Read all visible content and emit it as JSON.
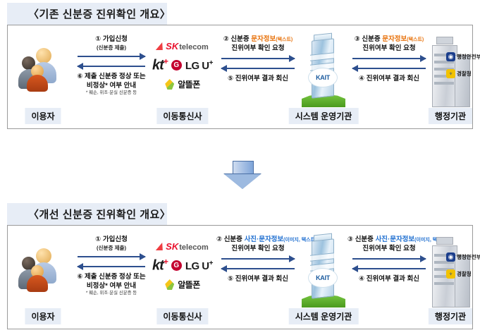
{
  "panels": [
    {
      "id": "existing",
      "title": "〈기존 신분증 진위확인 개요〉",
      "entities": {
        "user": "이용자",
        "telco": "이동통신사",
        "system": "시스템 운영기관",
        "gov": "행정기관"
      },
      "flow_user_telco": {
        "forward_num": "①",
        "forward_main": "가입신청",
        "forward_sub": "(신분증 제출)",
        "back_num": "⑥",
        "back_line1": "제출 신분증 정상 또는",
        "back_line2": "비정상* 여부 안내",
        "back_note": "* 훼손, 위조·분실 신분증 등"
      },
      "flow_telco_system": {
        "forward_num": "②",
        "forward_pre": "신분증",
        "forward_hl": "문자정보",
        "forward_hl_paren": "(텍스트)",
        "forward_line2": "진위여부 확인 요청",
        "back_num": "⑤",
        "back_line1": "진위여부 결과 회신"
      },
      "flow_system_gov": {
        "forward_num": "③",
        "forward_pre": "신분증",
        "forward_hl": "문자정보",
        "forward_hl_paren": "(텍스트)",
        "forward_line2": "진위여부 확인 요청",
        "back_num": "④",
        "back_line1": "진위여부 결과 회신"
      }
    },
    {
      "id": "improved",
      "title": "〈개선 신분증 진위확인 개요〉",
      "entities": {
        "user": "이용자",
        "telco": "이동통신사",
        "system": "시스템 운영기관",
        "gov": "행정기관"
      },
      "flow_user_telco": {
        "forward_num": "①",
        "forward_main": "가입신청",
        "forward_sub": "(신분증 제출)",
        "back_num": "⑥",
        "back_line1": "제출 신분증 정상 또는",
        "back_line2": "비정상* 여부 안내",
        "back_note": "* 훼손, 위조·분실 신분증 등"
      },
      "flow_telco_system": {
        "forward_num": "②",
        "forward_pre": "신분증",
        "forward_hl": "사진·문자정보",
        "forward_hl_paren": "(이미지, 텍스트)",
        "forward_line2": "진위여부 확인 요청",
        "back_num": "⑤",
        "back_line1": "진위여부 결과 회신"
      },
      "flow_system_gov": {
        "forward_num": "③",
        "forward_pre": "신분증",
        "forward_hl": "사진·문자정보",
        "forward_hl_paren": "(이미지, 텍스트)",
        "forward_line2": "진위여부 확인 요청",
        "back_num": "④",
        "back_line1": "진위여부 결과 회신"
      }
    }
  ],
  "telecom_logos": {
    "sk": "SK",
    "sk_sub": "telecom",
    "kt": "kt",
    "kt_sup": "+",
    "lg_mark": "G",
    "lg": "LG U",
    "lg_sup": "+",
    "mvno": "알뜰폰"
  },
  "system_org": {
    "name": "KAIT"
  },
  "gov_badges": {
    "ministry_mark": "◉",
    "ministry": "행정안전부",
    "police_mark": "♆",
    "police": "경찰청"
  },
  "colors": {
    "title_bg": "#e7edf6",
    "arrow": "#2d4f8e",
    "highlight_orange": "#e8730d",
    "highlight_blue": "#1f6fd0",
    "panel_border": "#9a9a9a"
  }
}
